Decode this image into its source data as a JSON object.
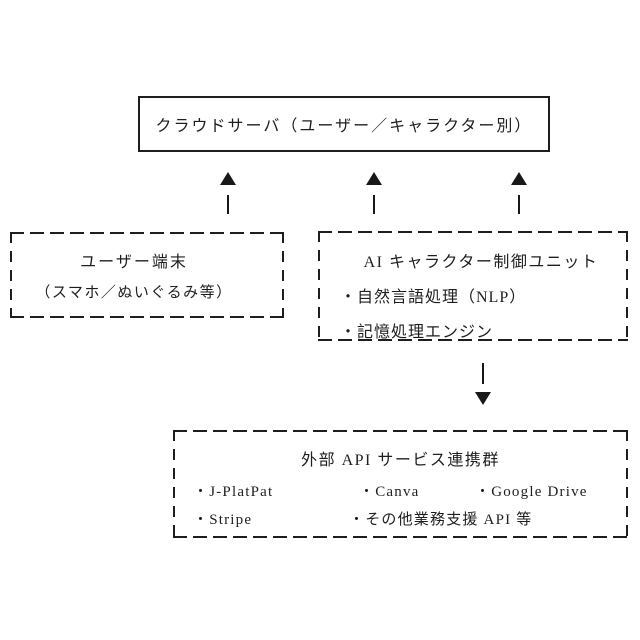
{
  "page": {
    "background_color": "#ffffff",
    "line_color": "#1e1e1e"
  },
  "boxes": {
    "cloud_server": {
      "label": "クラウドサーバ（ユーザー／キャラクター別）"
    },
    "user_terminal": {
      "title": "ユーザー端末",
      "subtitle": "（スマホ／ぬいぐるみ等）"
    },
    "ai_control_unit": {
      "title": "AI キャラクター制御ユニット",
      "items": [
        "・自然言語処理（NLP）",
        "・記憶処理エンジン"
      ]
    },
    "external_api_services": {
      "title": "外部 API サービス連携群",
      "row1": [
        "・J-PlatPat",
        "・Canva",
        "・Google Drive"
      ],
      "row2": [
        "・Stripe",
        "・その他業務支援 API 等"
      ]
    }
  },
  "icons": {
    "up_arrow": "filled-triangle-up",
    "down_arrow": "filled-triangle-down"
  }
}
